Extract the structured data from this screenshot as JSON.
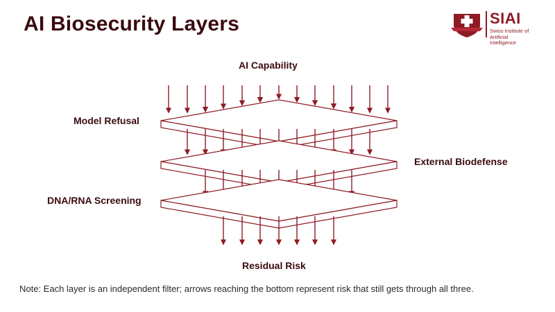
{
  "slide": {
    "title": "AI Biosecurity Layers",
    "note": "Note: Each layer is an independent filter; arrows reaching the bottom represent risk that still gets through all three."
  },
  "logo": {
    "word": "SIAI",
    "line1": "Swiss Institute of",
    "line2": "Artificial Intelligence"
  },
  "diagram": {
    "top_label": "AI Capability",
    "bottom_label": "Residual Risk",
    "layers": [
      {
        "label": "Model Refusal",
        "side": "left"
      },
      {
        "label": "External Biodefense",
        "side": "right"
      },
      {
        "label": "DNA/RNA Screening",
        "side": "left"
      }
    ]
  },
  "colors": {
    "accent": "#8e1b24",
    "title": "#3a0a0f",
    "layer_stroke": "#8e1b24",
    "layer_fill": "#ffffff"
  }
}
